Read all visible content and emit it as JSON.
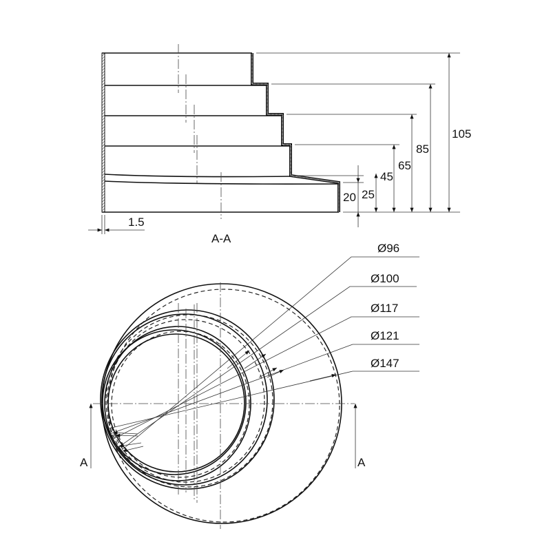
{
  "drawing": {
    "section_label": "A-A",
    "wall_thickness_label": "1.5",
    "section_marker": "A",
    "height_dims": [
      {
        "label": "20",
        "value": 20
      },
      {
        "label": "25",
        "value": 25
      },
      {
        "label": "45",
        "value": 45
      },
      {
        "label": "65",
        "value": 65
      },
      {
        "label": "85",
        "value": 85
      },
      {
        "label": "105",
        "value": 105
      }
    ],
    "diameter_dims": [
      {
        "label": "Ø96",
        "value": 96
      },
      {
        "label": "Ø100",
        "value": 100
      },
      {
        "label": "Ø117",
        "value": 117
      },
      {
        "label": "Ø121",
        "value": 121
      },
      {
        "label": "Ø147",
        "value": 147
      }
    ]
  }
}
